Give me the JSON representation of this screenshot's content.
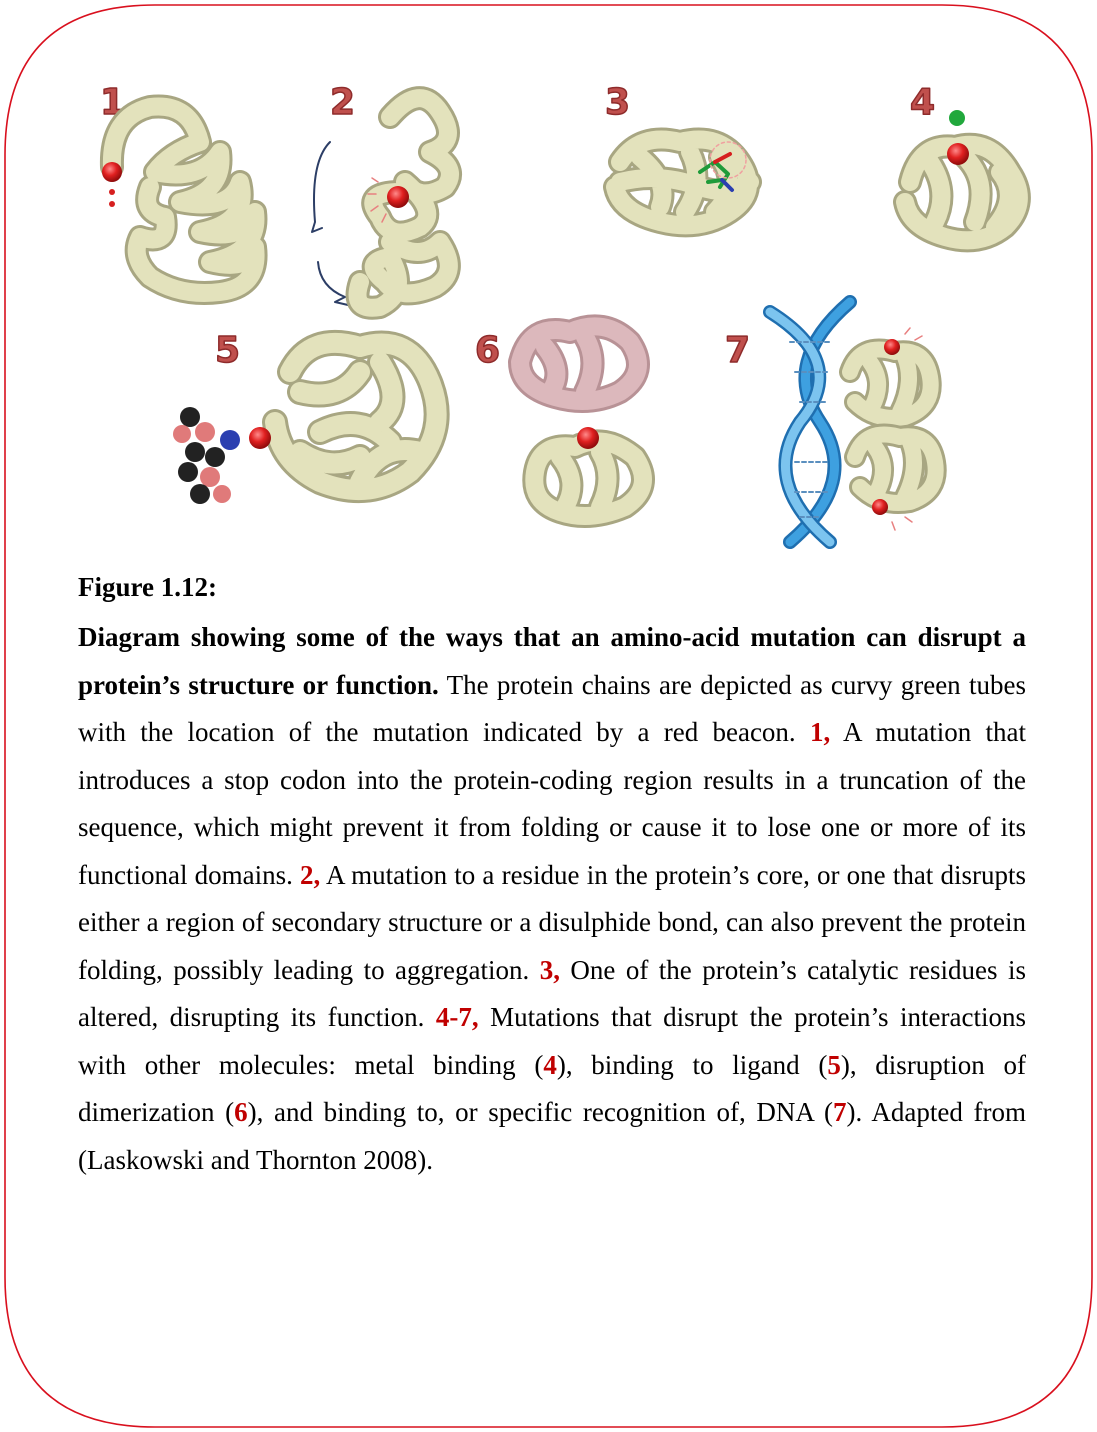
{
  "figure": {
    "panel_numbers": [
      "1",
      "2",
      "3",
      "4",
      "5",
      "6",
      "7"
    ],
    "colors": {
      "protein_tube": "#e3e2bc",
      "mutation_beacon": "#d61f1f",
      "dimer_partner": "#dcb8bc",
      "dna_helix": "#2f8fd0",
      "metal_ion": "#21a83c",
      "frame_border": "#d9101e"
    }
  },
  "caption": {
    "label": "Figure 1.12:",
    "title": "Diagram showing some of the ways that an amino-acid mutation can disrupt a protein’s structure or function.",
    "s0": " The protein chains are depicted as curvy green tubes with the location of the mutation indicated by a red beacon. ",
    "m1": "1,",
    "s1": " A mutation that introduces a stop codon into the protein-coding region results in a truncation of the sequence, which might prevent it from folding or cause it to lose one or more of its functional domains. ",
    "m2": "2,",
    "s2": " A mutation to a residue in the protein’s core, or one that disrupts either a region of secondary structure or a disulphide bond, can also prevent the protein folding, possibly leading to aggregation. ",
    "m3": "3,",
    "s3": " One of the protein’s catalytic residues is altered, disrupting its function. ",
    "m47": "4-7,",
    "s47": " Mutations that disrupt the protein’s interactions with other molecules: metal binding (",
    "r4": "4",
    "s4": "), binding to ligand (",
    "r5": "5",
    "s5": "), disruption of dimerization (",
    "r6": "6",
    "s6": "), and binding to, or specific recognition of, DNA (",
    "r7": "7",
    "s7": ").  Adapted from (Laskowski and Thornton 2008)."
  }
}
